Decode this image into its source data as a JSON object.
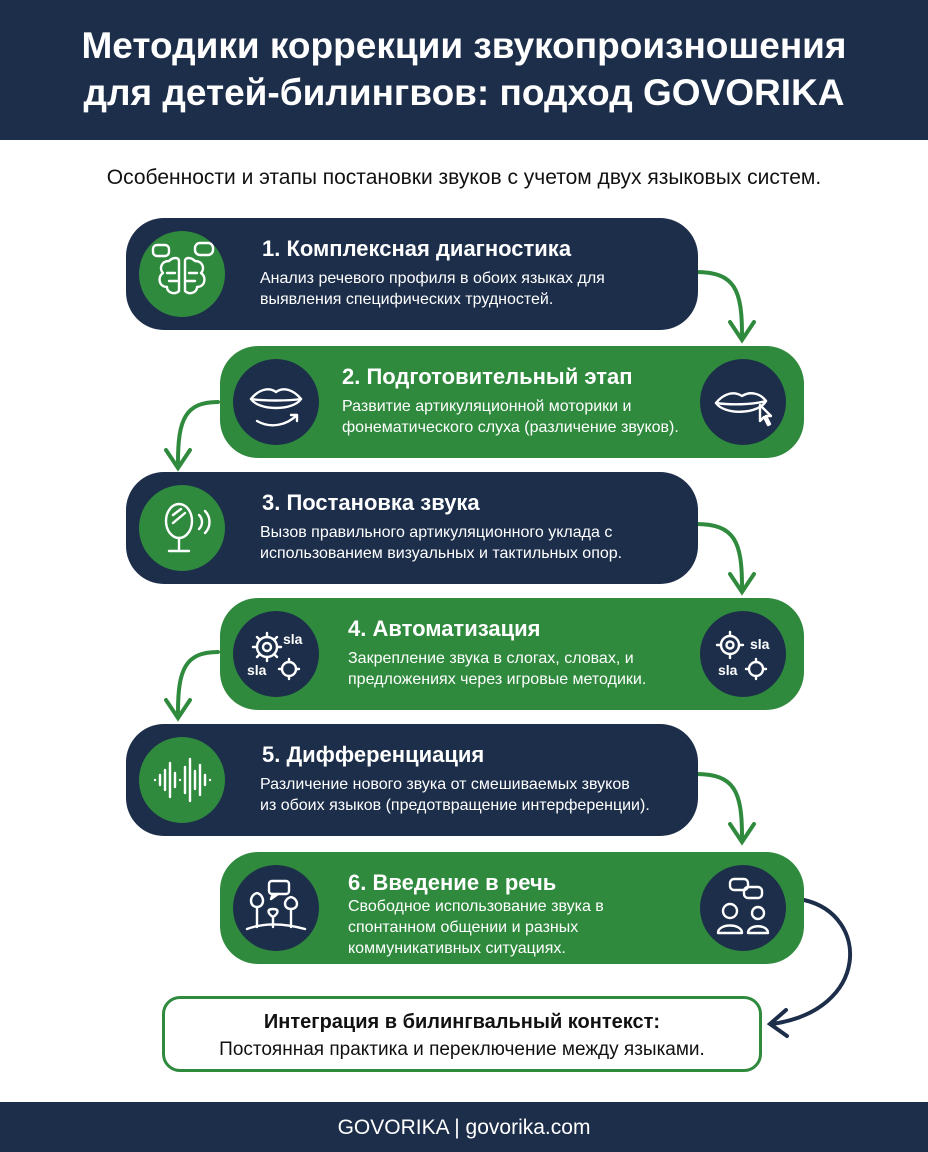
{
  "header": {
    "title_line1": "Методики коррекции звукопроизношения",
    "title_line2": "для детей-билингвов: подход GOVORIKA"
  },
  "subtitle": "Особенности и этапы постановки звуков с учетом двух языковых систем.",
  "steps": [
    {
      "title": "1. Комплексная диагностика",
      "desc_line1": "Анализ речевого профиля в обоих языках для",
      "desc_line2": "выявления специфических трудностей.",
      "icon": "brain-speech-icon"
    },
    {
      "title": "2. Подготовительный этап",
      "desc_line1": "Развитие артикуляционной моторики и",
      "desc_line2": "фонематического слуха (различение звуков).",
      "icon": "lips-icon",
      "icon_right": "lips-pointer-icon"
    },
    {
      "title": "3. Постановка звука",
      "desc_line1": "Вызов правильного артикуляционного уклада с",
      "desc_line2": "использованием визуальных и тактильных опор.",
      "icon": "mirror-icon"
    },
    {
      "title": "4. Автоматизация",
      "desc_line1": "Закрепление звука в слогах, словах, и",
      "desc_line2": "предложениях через игровые методики.",
      "icon": "gears-syllables-icon",
      "icon_right": "gears-syllables-icon",
      "icon_label": "sla"
    },
    {
      "title": "5. Дифференциация",
      "desc_line1": "Различение нового звука от смешиваемых звуков",
      "desc_line2": "из обоих языков (предотвращение интерференции).",
      "icon": "sound-wave-icon"
    },
    {
      "title": "6. Введение в речь",
      "desc_line1": "Свободное использование звука в",
      "desc_line2": "спонтанном общении и разных",
      "desc_line3": "коммуникативных ситуациях.",
      "icon": "nature-chat-icon",
      "icon_right": "people-chat-icon"
    }
  ],
  "final": {
    "title": "Интеграция в билингвальный контекст:",
    "desc": "Постоянная практика и переключение между языками."
  },
  "footer": "GOVORIKA | govorika.com",
  "colors": {
    "navy": "#1c2e4a",
    "green": "#2f8a3e",
    "white": "#ffffff"
  }
}
